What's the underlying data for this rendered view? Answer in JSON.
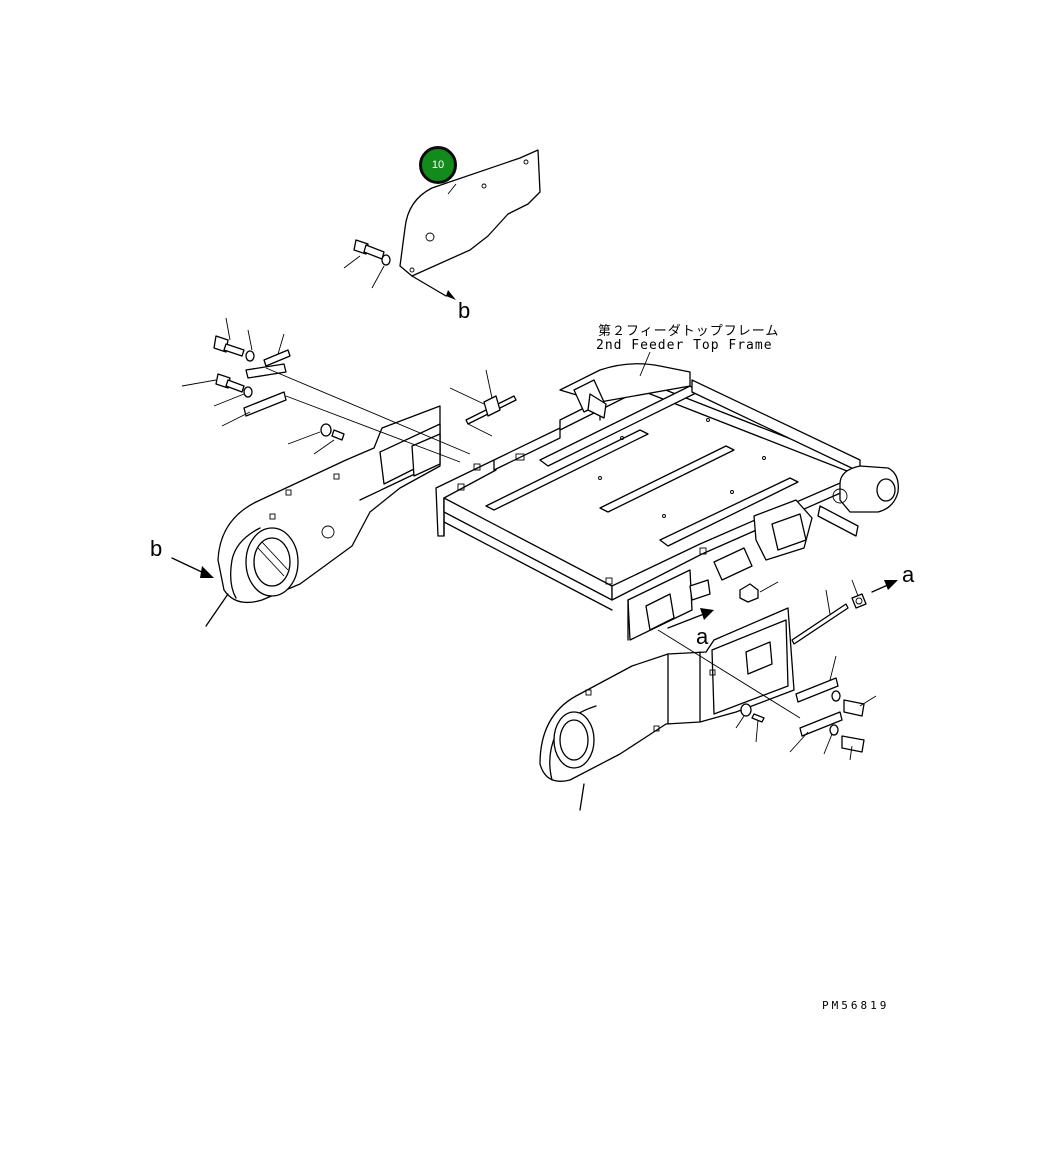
{
  "diagram": {
    "title_jp": "第２フィーダトップフレーム",
    "title_en": "2nd Feeder Top Frame",
    "drawing_code": "PM56819",
    "callout": {
      "number": "10",
      "color": "#138a1c"
    },
    "labels": {
      "b_top": "b",
      "b_left": "b",
      "a_right": "a",
      "a_bottom": "a"
    }
  }
}
